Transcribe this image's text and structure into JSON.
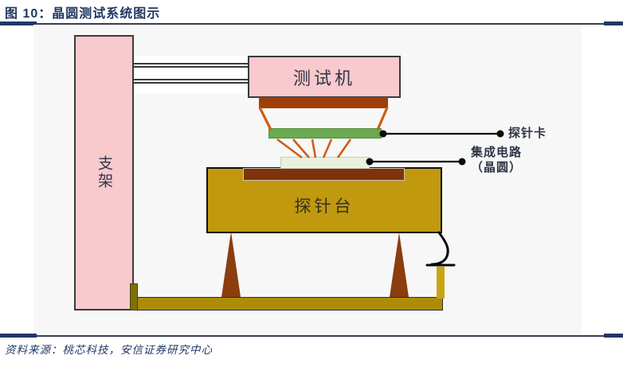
{
  "title": {
    "text": "图 10：晶圆测试系统图示"
  },
  "source": {
    "text": "资料来源：桃芯科技，安信证券研究中心"
  },
  "diagram": {
    "support_label": "支架",
    "tester_label": "测试机",
    "probe_station_label": "探针台",
    "probe_card_label": "探针卡",
    "ic_label_line1": "集成电路",
    "ic_label_line2": "（晶圆）",
    "colors": {
      "title_navy": "#1F3864",
      "divider_line": "#3c3c50",
      "background_gray": "#F7F7F7",
      "box_pink": "#F8C9CD",
      "box_border": "#3a3a3a",
      "head_brown": "#9E3F0A",
      "needle_orange": "#CC5E14",
      "probe_card_green": "#6BA84F",
      "wafer_green": "#E9F1DE",
      "chuck_brown": "#7D340C",
      "station_gold": "#C0990F",
      "base_gold": "#AC8D0A",
      "plug_gold": "#C9A515",
      "cone_brown": "#8B3D0E",
      "callout_black": "#111111"
    }
  }
}
